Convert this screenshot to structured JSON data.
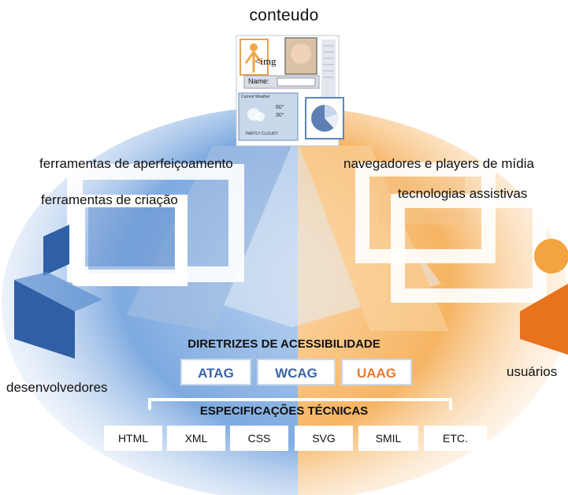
{
  "title": "conteudo",
  "tools": {
    "improvement": "ferramentas de aperfeiçoamento",
    "authoring": "ferramentas de criação",
    "browsers": "navegadores e players de mídia",
    "assistive": "tecnologias assistivas"
  },
  "actors": {
    "developers": "desenvolvedores",
    "users": "usuários"
  },
  "guidelines": {
    "title": "DIRETRIZES DE ACESSIBILIDADE",
    "items": [
      {
        "label": "ATAG",
        "color": "#3a64a8"
      },
      {
        "label": "WCAG",
        "color": "#3a64a8"
      },
      {
        "label": "UAAG",
        "color": "#e8782c"
      }
    ]
  },
  "specs": {
    "title": "ESPECIFICAÇÕES TÉCNICAS",
    "items": [
      "HTML",
      "XML",
      "CSS",
      "SVG",
      "SMIL",
      "ETC."
    ]
  },
  "content_sample": {
    "img_tag": "<img",
    "name_label": "Name:",
    "weather_title": "Current Weather",
    "temp_high": "60°",
    "temp_low": "30°",
    "condition": "PARTLY CLOUDY"
  },
  "colors": {
    "blue": "#5b8fd0",
    "orange": "#f3a64a",
    "developer": "#2f5fa5",
    "user": "#e8731e"
  }
}
